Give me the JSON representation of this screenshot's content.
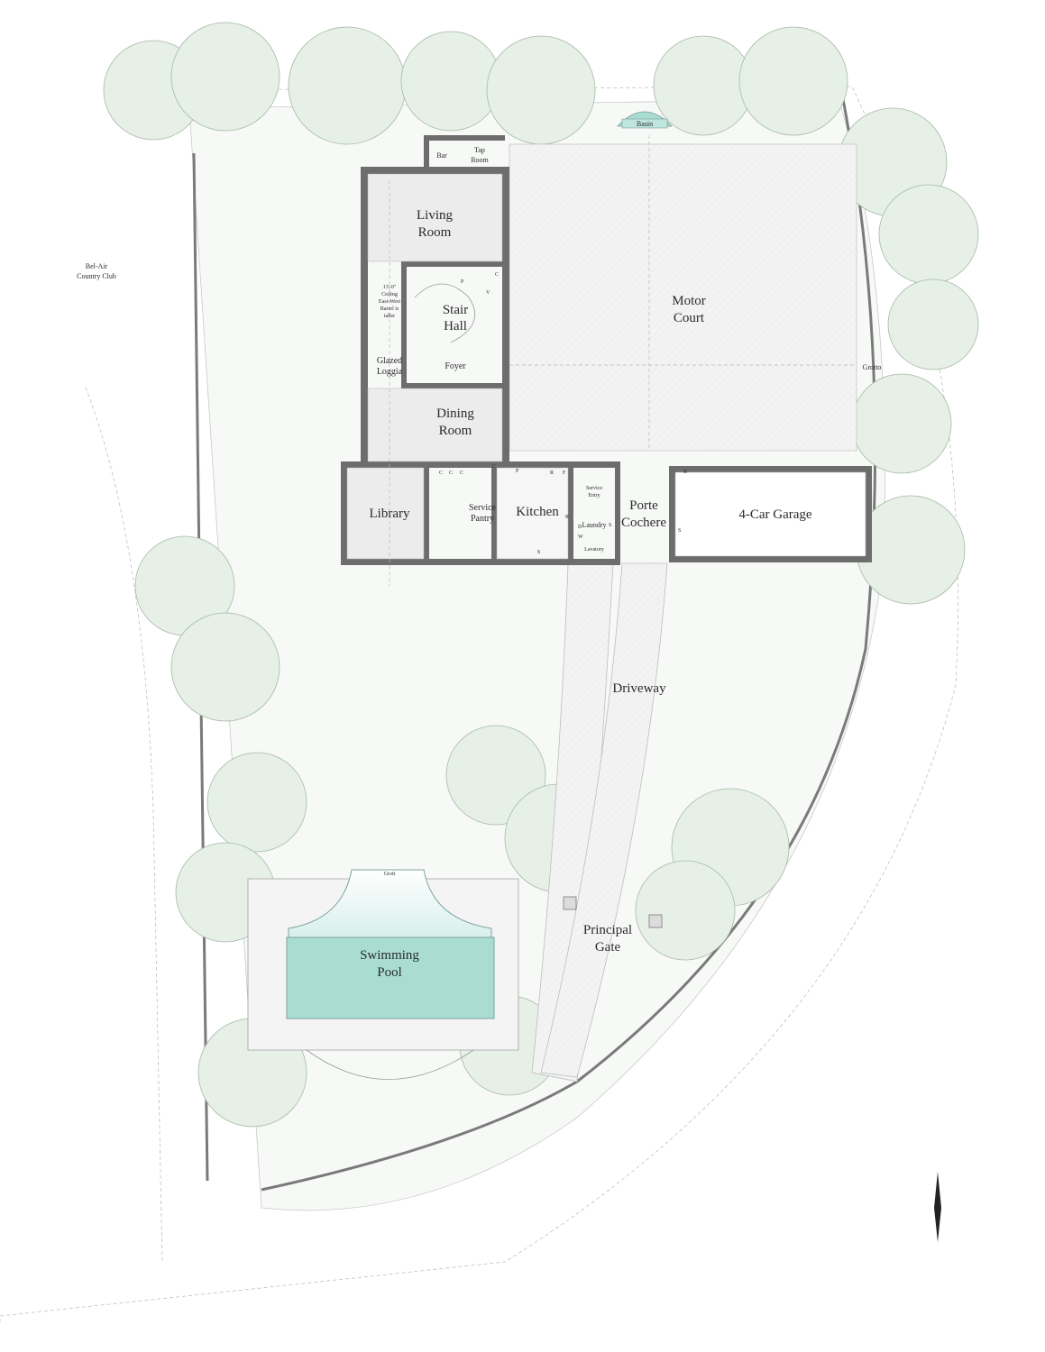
{
  "labels": {
    "country_club": [
      "Bel-Air",
      "Country Club"
    ],
    "basin": "Basin",
    "bar": "Bar",
    "tap_room": [
      "Tap",
      "Room"
    ],
    "living_room": [
      "Living",
      "Room"
    ],
    "ceiling_note": [
      "13'-0\"",
      "Ceiling",
      "East-West",
      "Barrel is",
      "taller"
    ],
    "stair_hall": [
      "Stair",
      "Hall"
    ],
    "glazed_loggia": [
      "Glazed",
      "Loggia"
    ],
    "foyer": "Foyer",
    "dining_room": [
      "Dining",
      "Room"
    ],
    "library": "Library",
    "service_pantry": [
      "Service",
      "Pantry"
    ],
    "kitchen": "Kitchen",
    "service_entry": [
      "Service",
      "Entry"
    ],
    "laundry": "Laundry",
    "lavatory": "Lavatory",
    "porte_cochere": [
      "Porte",
      "Cochere"
    ],
    "garage": "4-Car Garage",
    "motor_court": [
      "Motor",
      "Court"
    ],
    "grotto_east": "Grotto",
    "driveway": "Driveway",
    "principal_gate": [
      "Principal",
      "Gate"
    ],
    "swimming_pool": [
      "Swimming",
      "Pool"
    ],
    "pool_grotto": "Grott",
    "closet_letters": {
      "p": "P",
      "c": "C",
      "v": "V",
      "r": "R",
      "f": "F",
      "s": "S",
      "d": "D",
      "w": "W"
    }
  },
  "colors": {
    "tree_fill": "#e6f0e6",
    "wall": "#6d6d6d",
    "water": "#a9ddd4",
    "paving": "#f2f2f2"
  }
}
